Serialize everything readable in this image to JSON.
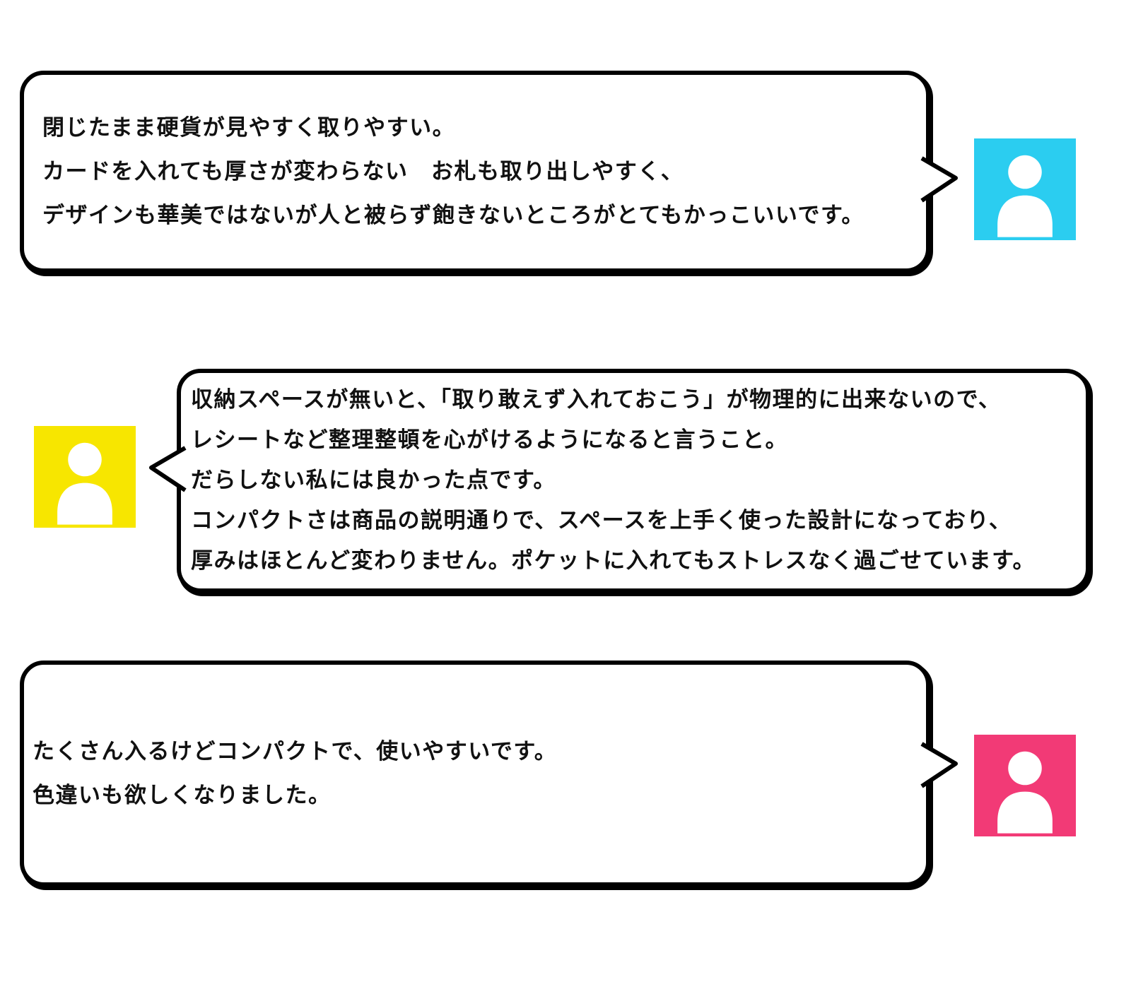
{
  "page": {
    "background_color": "#ffffff",
    "bubble_fill": "#ffffff",
    "bubble_border_color": "#000000",
    "text_color": "#111111"
  },
  "reviews": [
    {
      "id": "review-1",
      "avatar_color": "#2BCDF0",
      "avatar_side": "right",
      "lines": [
        "閉じたまま硬貨が見やすく取りやすい。",
        "カードを入れても厚さが変わらない　お札も取り出しやすく、",
        "デザインも華美ではないが人と被らず飽きないところがとてもかっこいいです。"
      ]
    },
    {
      "id": "review-2",
      "avatar_color": "#F7E600",
      "avatar_side": "left",
      "lines": [
        "収納スペースが無いと、「取り敢えず入れておこう」が物理的に出来ないので、",
        "レシートなど整理整頓を心がけるようになると言うこと。",
        "だらしない私には良かった点です。",
        "コンパクトさは商品の説明通りで、スペースを上手く使った設計になっており、",
        "厚みはほとんど変わりません。ポケットに入れてもストレスなく過ごせています。"
      ]
    },
    {
      "id": "review-3",
      "avatar_color": "#F23A76",
      "avatar_side": "right",
      "lines": [
        "たくさん入るけどコンパクトで、使いやすいです。",
        "色違いも欲しくなりました。"
      ]
    }
  ]
}
